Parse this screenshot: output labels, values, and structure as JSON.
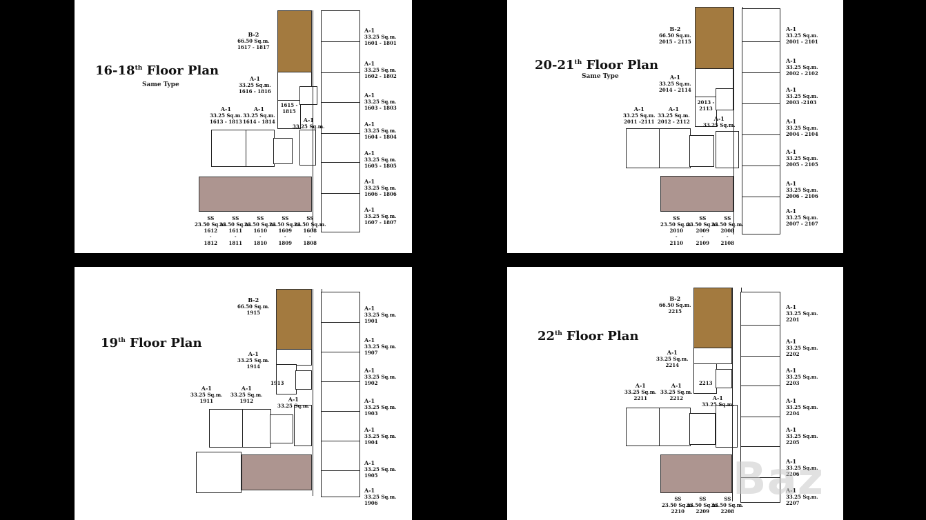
{
  "panels": {
    "tl": {
      "title": "16-18",
      "sup": "th",
      "title_suffix": "Floor Plan",
      "subtitle": "Same Type",
      "b2": {
        "type": "B-2",
        "size": "66.50 Sq.m.",
        "units": "1617 - 1817"
      },
      "left_units": [
        {
          "type": "A-1",
          "size": "33.25 Sq.m.",
          "units": "1616 - 1816"
        },
        {
          "type": "",
          "size": "",
          "units": "1615 - 1815"
        },
        {
          "type": "A-1",
          "size": "33.25 Sq.m.",
          "units": "1613 - 1813"
        },
        {
          "type": "A-1",
          "size": "33.25 Sq.m.",
          "units": "1614 - 1814"
        },
        {
          "type": "A-1",
          "size": "33.25 Sq.m.",
          "units": ""
        }
      ],
      "right_units": [
        {
          "type": "A-1",
          "size": "33.25 Sq.m.",
          "units": "1601 - 1801"
        },
        {
          "type": "A-1",
          "size": "33.25 Sq.m.",
          "units": "1602 - 1802"
        },
        {
          "type": "A-1",
          "size": "33.25 Sq.m.",
          "units": "1603 - 1803"
        },
        {
          "type": "A-1",
          "size": "33.25 Sq.m.",
          "units": "1604 - 1804"
        },
        {
          "type": "A-1",
          "size": "33.25 Sq.m.",
          "units": "1605 - 1805"
        },
        {
          "type": "A-1",
          "size": "33.25 Sq.m.",
          "units": "1606 - 1806"
        },
        {
          "type": "A-1",
          "size": "33.25 Sq.m.",
          "units": "1607 - 1807"
        }
      ],
      "bottom_units": [
        {
          "type": "SS",
          "size": "23.50 Sq.m.",
          "top": "1612",
          "bottom": "1812"
        },
        {
          "type": "SS",
          "size": "23.50 Sq.m.",
          "top": "1611",
          "bottom": "1811"
        },
        {
          "type": "SS",
          "size": "23.50 Sq.m.",
          "top": "1610",
          "bottom": "1810"
        },
        {
          "type": "SS",
          "size": "23.50 Sq.m.",
          "top": "1609",
          "bottom": "1809"
        },
        {
          "type": "SS",
          "size": "23.50 Sq.m.",
          "top": "1608",
          "bottom": "1808"
        }
      ]
    },
    "tr": {
      "title": "20-21",
      "sup": "th",
      "title_suffix": "Floor Plan",
      "subtitle": "Same Type",
      "b2": {
        "type": "B-2",
        "size": "66.50 Sq.m.",
        "units": "2015 - 2115"
      },
      "left_units": [
        {
          "type": "A-1",
          "size": "33.25 Sq.m.",
          "units": "2014 - 2114"
        },
        {
          "type": "",
          "size": "",
          "units": "2013 - 2113"
        },
        {
          "type": "A-1",
          "size": "33.25 Sq.m.",
          "units": "2011 -2111"
        },
        {
          "type": "A-1",
          "size": "33.25 Sq.m.",
          "units": "2012 - 2112"
        },
        {
          "type": "A-1",
          "size": "33.25 Sq.m.",
          "units": ""
        }
      ],
      "right_units": [
        {
          "type": "A-1",
          "size": "33.25 Sq.m.",
          "units": "2001 - 2101"
        },
        {
          "type": "A-1",
          "size": "33.25 Sq.m.",
          "units": "2002 - 2102"
        },
        {
          "type": "A-1",
          "size": "33.25 Sq.m.",
          "units": "2003 -2103"
        },
        {
          "type": "A-1",
          "size": "33.25 Sq.m.",
          "units": "2004 - 2104"
        },
        {
          "type": "A-1",
          "size": "33.25 Sq.m.",
          "units": "2005 - 2105"
        },
        {
          "type": "A-1",
          "size": "33.25 Sq.m.",
          "units": "2006 - 2106"
        },
        {
          "type": "A-1",
          "size": "33.25 Sq.m.",
          "units": "2007 - 2107"
        }
      ],
      "bottom_units": [
        {
          "type": "SS",
          "size": "23.50 Sq.m.",
          "top": "2010",
          "bottom": "2110"
        },
        {
          "type": "SS",
          "size": "23.50 Sq.m.",
          "top": "2009",
          "bottom": "2109"
        },
        {
          "type": "SS",
          "size": "23.50 Sq.m.",
          "top": "2008",
          "bottom": "2108"
        }
      ]
    },
    "bl": {
      "title": "19",
      "sup": "th",
      "title_suffix": "Floor Plan",
      "b2": {
        "type": "B-2",
        "size": "66.50 Sq.m.",
        "units": "1915"
      },
      "left_units": [
        {
          "type": "A-1",
          "size": "33.25 Sq.m.",
          "units": "1914"
        },
        {
          "type": "",
          "size": "",
          "units": "1913"
        },
        {
          "type": "A-1",
          "size": "33.25 Sq.m.",
          "units": "1911"
        },
        {
          "type": "A-1",
          "size": "33.25 Sq.m.",
          "units": "1912"
        },
        {
          "type": "A-1",
          "size": "33.25 Sq.m.",
          "units": ""
        }
      ],
      "right_units": [
        {
          "type": "A-1",
          "size": "33.25 Sq.m.",
          "units": "1901"
        },
        {
          "type": "A-1",
          "size": "33.25 Sq.m.",
          "units": "1907"
        },
        {
          "type": "A-1",
          "size": "33.25 Sq.m.",
          "units": "1902"
        },
        {
          "type": "A-1",
          "size": "33.25 Sq.m.",
          "units": "1903"
        },
        {
          "type": "A-1",
          "size": "33.25 Sq.m.",
          "units": "1904"
        },
        {
          "type": "A-1",
          "size": "33.25 Sq.m.",
          "units": "1905"
        },
        {
          "type": "A-1",
          "size": "33.25 Sq.m.",
          "units": "1906"
        }
      ]
    },
    "br": {
      "title": "22",
      "sup": "th",
      "title_suffix": "Floor Plan",
      "b2": {
        "type": "B-2",
        "size": "66.50 Sq.m.",
        "units": "2215"
      },
      "left_units": [
        {
          "type": "A-1",
          "size": "33.25 Sq.m.",
          "units": "2214"
        },
        {
          "type": "",
          "size": "",
          "units": "2213"
        },
        {
          "type": "A-1",
          "size": "33.25 Sq.m.",
          "units": "2211"
        },
        {
          "type": "A-1",
          "size": "33.25 Sq.m.",
          "units": "2212"
        },
        {
          "type": "A-1",
          "size": "33.25 Sq.m.",
          "units": ""
        }
      ],
      "right_units": [
        {
          "type": "A-1",
          "size": "33.25 Sq.m.",
          "units": "2201"
        },
        {
          "type": "A-1",
          "size": "33.25 Sq.m.",
          "units": "2202"
        },
        {
          "type": "A-1",
          "size": "33.25 Sq.m.",
          "units": "2203"
        },
        {
          "type": "A-1",
          "size": "33.25 Sq.m.",
          "units": "2204"
        },
        {
          "type": "A-1",
          "size": "33.25 Sq.m.",
          "units": "2205"
        },
        {
          "type": "A-1",
          "size": "33.25 Sq.m.",
          "units": "2206"
        },
        {
          "type": "A-1",
          "size": "33.25 Sq.m.",
          "units": "2207"
        }
      ],
      "bottom_units": [
        {
          "type": "SS",
          "size": "23.50 Sq.m.",
          "top": "2210"
        },
        {
          "type": "SS",
          "size": "23.50 Sq.m.",
          "top": "2209"
        },
        {
          "type": "SS",
          "size": "23.50 Sq.m.",
          "top": "2208"
        }
      ]
    }
  },
  "watermark": "Baz",
  "colors": {
    "b2_fill": "#a37a3f",
    "ss_fill": "#ad9590",
    "background": "#000000"
  }
}
